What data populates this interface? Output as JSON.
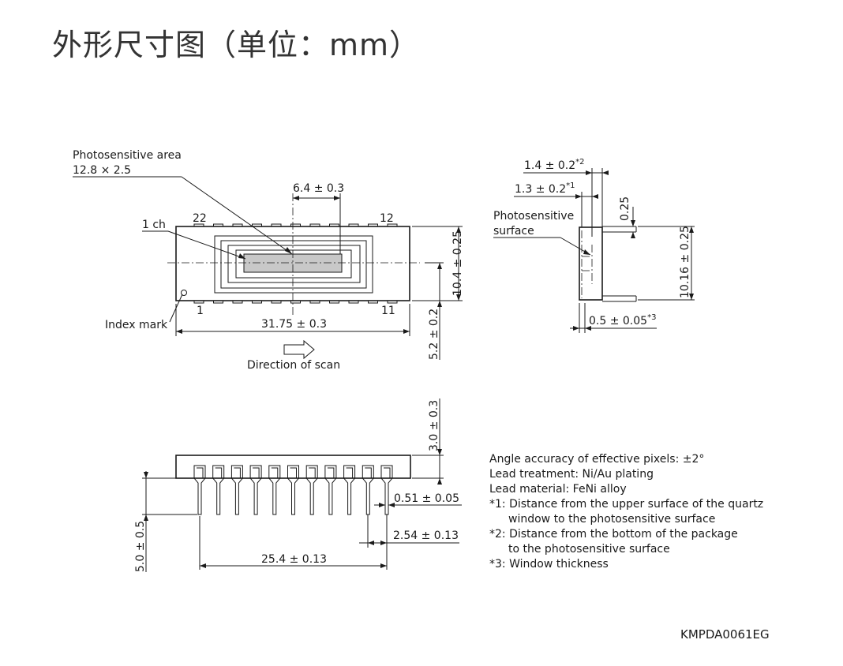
{
  "title": "外形尺寸图（单位：mm）",
  "document_id": "KMPDA0061EG",
  "top_view": {
    "photosensitive_area_label": "Photosensitive area",
    "photosensitive_area_size": "12.8 × 2.5",
    "window_dim": "6.4 ± 0.3",
    "channel_label": "1 ch",
    "pin_22": "22",
    "pin_12": "12",
    "pin_1": "1",
    "pin_11": "11",
    "index_mark_label": "Index mark",
    "length_dim": "31.75 ± 0.3",
    "width_dim": "10.4 ± 0.25",
    "pin_span_dim": "5.2 ± 0.2",
    "scan_direction_label": "Direction of scan"
  },
  "side_view": {
    "dim_bottom_to_surface": "1.4 ± 0.2",
    "dim_bottom_note": "*2",
    "dim_window_to_surface": "1.3 ± 0.2",
    "dim_window_note": "*1",
    "lead_thickness_dim": "0.25",
    "photosensitive_surface_line1": "Photosensitive",
    "photosensitive_surface_line2": "surface",
    "height_dim": "10.16 ± 0.25",
    "window_thickness_dim": "0.5 ± 0.05",
    "window_thickness_note": "*3"
  },
  "front_view": {
    "body_height_dim": "3.0 ± 0.3",
    "lead_width_dim": "0.51 ± 0.05",
    "pitch_dim": "2.54 ± 0.13",
    "lead_length_dim": "5.0 ± 0.5",
    "pin_row_dim": "25.4 ± 0.13"
  },
  "notes": {
    "angle_accuracy": "Angle accuracy of effective pixels: ±2°",
    "lead_treatment": "Lead treatment: Ni/Au plating",
    "lead_material": "Lead material: FeNi alloy",
    "note1_line1": "*1: Distance from the upper surface of the quartz",
    "note1_line2": "window to the photosensitive surface",
    "note2_line1": "*2: Distance from the bottom of the package",
    "note2_line2": "to the photosensitive surface",
    "note3": "*3: Window thickness"
  }
}
